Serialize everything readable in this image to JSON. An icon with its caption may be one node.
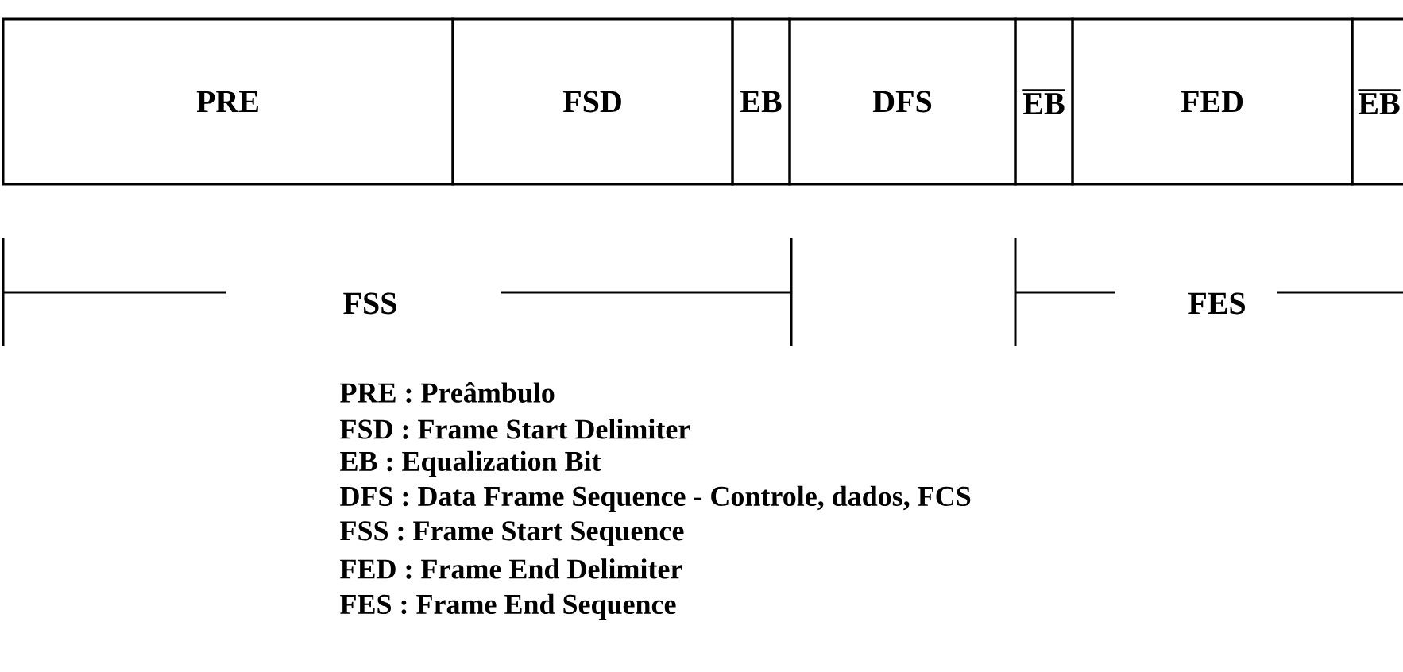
{
  "diagram": {
    "nodes": [
      {
        "text": [
          "PRE"
        ]
      },
      {
        "text": [
          "FSD"
        ]
      },
      {
        "text": [
          "EB"
        ]
      },
      {
        "text": [
          "DFS"
        ]
      },
      {
        "text": [
          "EB"
        ]
      },
      {
        "text": [
          "FED"
        ]
      },
      {
        "text": [
          "EB"
        ]
      }
    ],
    "labels": [
      "FSS",
      "FES",
      "PRE : Preâmbulo",
      "FSD : Frame Start Delimiter",
      "EB : Equalization Bit",
      "DFS : Data Frame Sequence - Controle, dados, FCS",
      "FSS : Frame Start Sequence",
      "FED : Frame End Delimiter",
      "FES : Frame End Sequence"
    ]
  }
}
